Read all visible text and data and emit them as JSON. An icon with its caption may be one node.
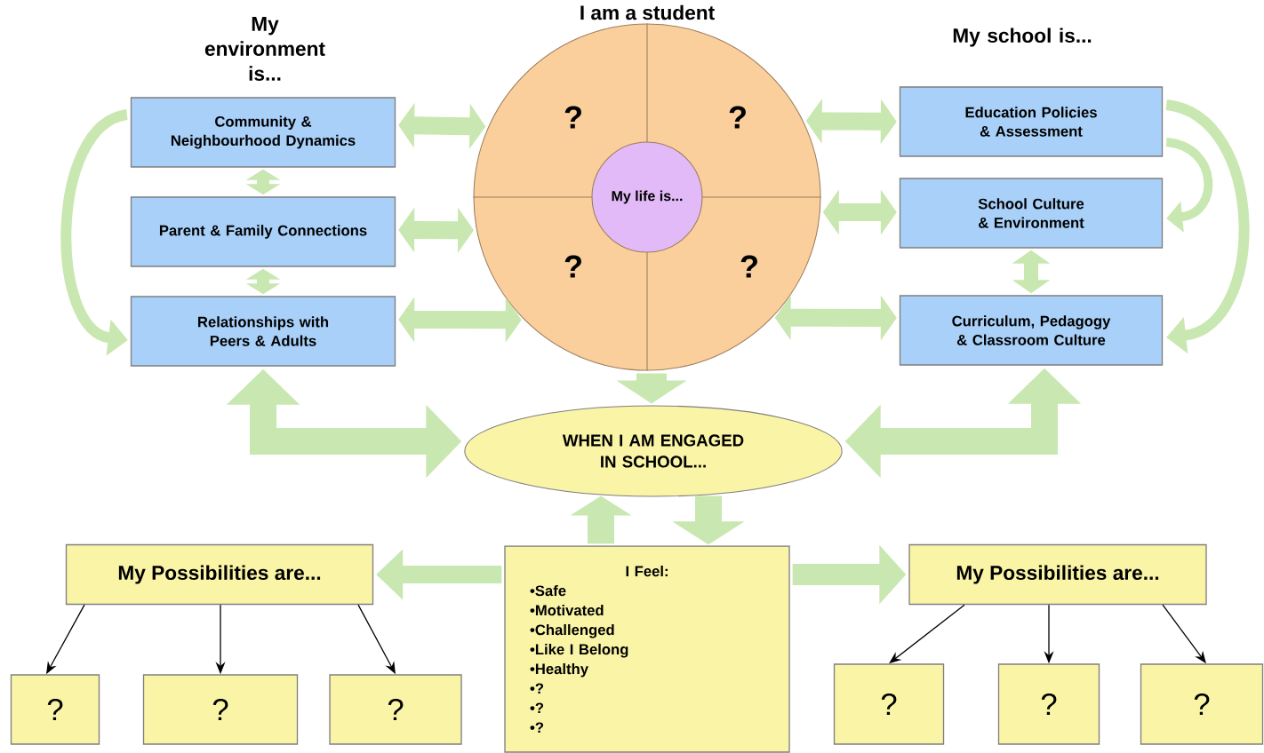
{
  "diagram": {
    "nodes": [
      {
        "text": [
          "Community & Neighbourhood Dynamics"
        ]
      },
      {
        "text": [
          "Parent & Family Connections"
        ]
      },
      {
        "text": [
          "Relationships with Peers & Adults"
        ]
      },
      {
        "text": [
          "I am a student",
          "?",
          "?",
          "?",
          "?"
        ]
      },
      {
        "text": [
          "My life is..."
        ],
        "in": 3
      },
      {
        "text": [
          "Education Policies & Assessment"
        ]
      },
      {
        "text": [
          "School Culture & Environment"
        ]
      },
      {
        "text": [
          "Curriculum, Pedagogy & Classroom Culture"
        ]
      },
      {
        "text": [
          "WHEN I AM ENGAGED IN SCHOOL..."
        ]
      },
      {
        "text": [
          "My Possibilities are..."
        ]
      },
      {
        "text": [
          "I Feel:",
          "•Safe",
          "•Motivated",
          "•Challenged",
          "•Like I Belong",
          "•Healthy",
          "•?",
          "•?",
          "•?"
        ]
      },
      {
        "text": [
          "My Possibilities are..."
        ]
      },
      {
        "text": [
          "?"
        ]
      },
      {
        "text": [
          "?"
        ]
      },
      {
        "text": [
          "?"
        ]
      },
      {
        "text": [
          "?"
        ]
      },
      {
        "text": [
          "?"
        ]
      },
      {
        "text": [
          "?"
        ]
      }
    ],
    "edges": [
      {
        "from": 0,
        "to": 3,
        "arrow": "both"
      },
      {
        "from": 1,
        "to": 3,
        "arrow": "both"
      },
      {
        "from": 2,
        "to": 3,
        "arrow": "both"
      },
      {
        "from": 0,
        "to": 1,
        "arrow": "both"
      },
      {
        "from": 1,
        "to": 2,
        "arrow": "both"
      },
      {
        "from": 0,
        "to": 2,
        "arrow": "to"
      },
      {
        "from": 5,
        "to": 3,
        "arrow": "both"
      },
      {
        "from": 6,
        "to": 3,
        "arrow": "both"
      },
      {
        "from": 7,
        "to": 3,
        "arrow": "both"
      },
      {
        "from": 6,
        "to": 7,
        "arrow": "both"
      },
      {
        "from": 5,
        "to": 6,
        "arrow": "to"
      },
      {
        "from": 5,
        "to": 7,
        "arrow": "to"
      },
      {
        "from": 3,
        "to": 8,
        "arrow": "to"
      },
      {
        "from": 2,
        "to": 8,
        "arrow": "both"
      },
      {
        "from": 7,
        "to": 8,
        "arrow": "both"
      },
      {
        "from": 10,
        "to": 8,
        "arrow": "to"
      },
      {
        "from": 8,
        "to": 10,
        "arrow": "to"
      },
      {
        "from": 10,
        "to": 9,
        "arrow": "to"
      },
      {
        "from": 10,
        "to": 11,
        "arrow": "to"
      },
      {
        "from": 9,
        "to": 12,
        "arrow": "to",
        "color": "#000000"
      },
      {
        "from": 9,
        "to": 13,
        "arrow": "to",
        "color": "#000000"
      },
      {
        "from": 9,
        "to": 14,
        "arrow": "to",
        "color": "#000000"
      },
      {
        "from": 11,
        "to": 15,
        "arrow": "to",
        "color": "#000000"
      },
      {
        "from": 11,
        "to": 16,
        "arrow": "to",
        "color": "#000000"
      },
      {
        "from": 11,
        "to": 17,
        "arrow": "to",
        "color": "#000000"
      }
    ],
    "labels": [
      "My environment is...",
      "My school is..."
    ]
  }
}
